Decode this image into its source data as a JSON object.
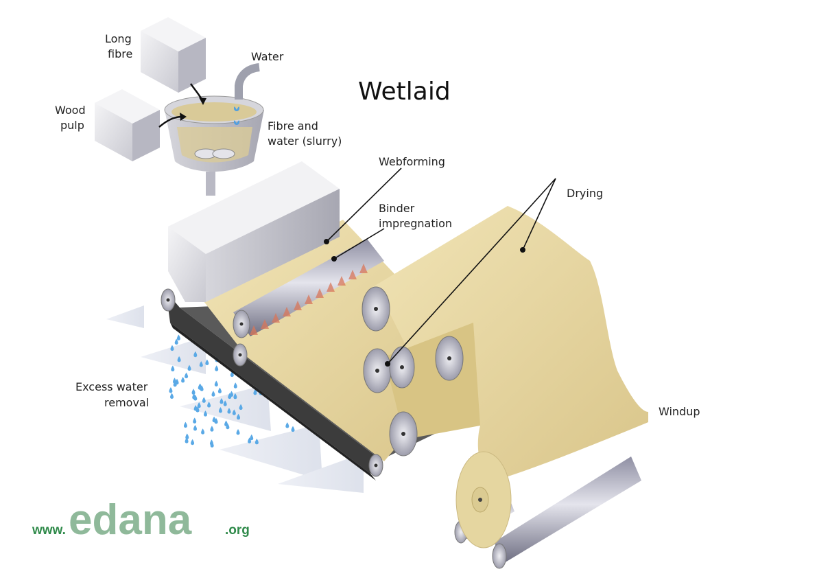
{
  "title": "Wetlaid",
  "labels": {
    "long_fibre_1": "Long",
    "long_fibre_2": "fibre",
    "wood_pulp_1": "Wood",
    "wood_pulp_2": "pulp",
    "water": "Water",
    "slurry_1": "Fibre and",
    "slurry_2": "water (slurry)",
    "webforming": "Webforming",
    "binder_1": "Binder",
    "binder_2": "impregnation",
    "drying": "Drying",
    "excess_1": "Excess water",
    "excess_2": "removal",
    "windup": "Windup"
  },
  "logo": {
    "prefix": "www.",
    "name": "edana",
    "suffix": ".org"
  },
  "colors": {
    "web": "#e8d9a6",
    "roller": "#a9a9b8",
    "belt": "#4a4a4a",
    "water_drop": "#5aa9e6",
    "logo_green": "#2f8a4a",
    "logo_light": "#8fb99a"
  }
}
